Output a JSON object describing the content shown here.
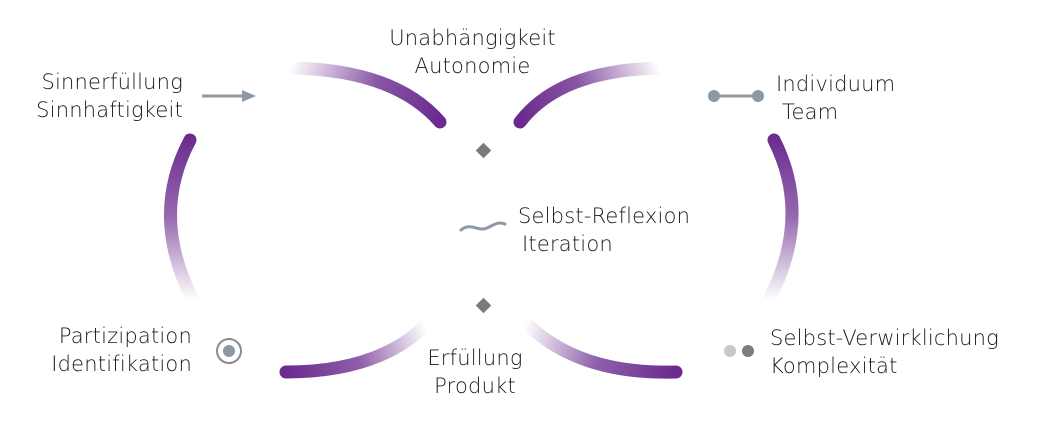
{
  "diagram": {
    "colors": {
      "arc": "#6a2a8e",
      "icon_gray": "#8e98a2",
      "diamond": "#7a7a7a",
      "dot_light": "#c5c9cf",
      "dot_dark": "#7d7d7d",
      "text": "#1a1a1a"
    },
    "nodes": {
      "top_left": {
        "line1": "Sinnerfüllung",
        "line2": "Sinnhaftigkeit",
        "icon": "arrow-right-icon"
      },
      "top_center": {
        "line1": "Unabhängigkeit",
        "line2": "Autonomie",
        "icon": "diamond-icon"
      },
      "top_right": {
        "line1": "Individuum",
        "line2": "Team",
        "icon": "connected-nodes-icon"
      },
      "center": {
        "line1": "Selbst-Reflexion",
        "line2": "Iteration",
        "icon": "wave-icon"
      },
      "bottom_left": {
        "line1": "Partizipation",
        "line2": "Identifikation",
        "icon": "radio-target-icon"
      },
      "bottom_center": {
        "line1": "Erfüllung",
        "line2": "Produkt",
        "icon": "diamond-icon"
      },
      "bottom_right": {
        "line1": "Selbst-Verwirklichung",
        "line2": "Komplexität",
        "icon": "two-dots-icon"
      }
    }
  }
}
